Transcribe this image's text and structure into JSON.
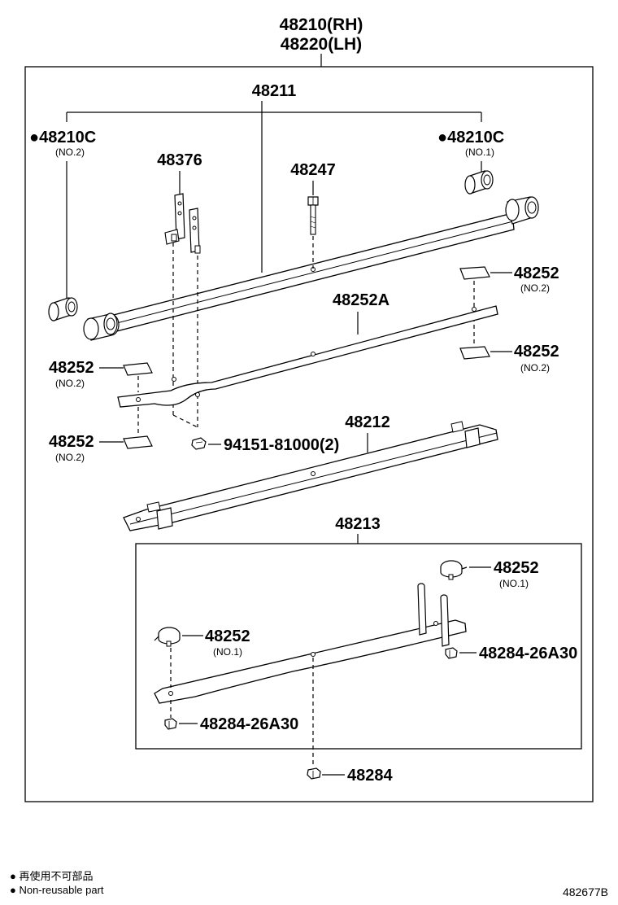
{
  "title": {
    "line1": "48210(RH)",
    "line2": "48220(LH)"
  },
  "labels": {
    "p48211": "48211",
    "bush_left": {
      "num": "●48210C",
      "sub": "(NO.2)"
    },
    "bush_right": {
      "num": "●48210C",
      "sub": "(NO.1)"
    },
    "p48376": "48376",
    "p48247": "48247",
    "pad_r_top": {
      "num": "48252",
      "sub": "(NO.2)"
    },
    "p48252A": "48252A",
    "pad_r_bot": {
      "num": "48252",
      "sub": "(NO.2)"
    },
    "pad_l_top": {
      "num": "48252",
      "sub": "(NO.2)"
    },
    "pad_l_bot": {
      "num": "48252",
      "sub": "(NO.2)"
    },
    "nut94151": "94151-81000(2)",
    "p48212": "48212",
    "p48213": "48213",
    "pad_inner_r": {
      "num": "48252",
      "sub": "(NO.1)"
    },
    "pad_inner_l": {
      "num": "48252",
      "sub": "(NO.1)"
    },
    "nut_inner_r": "48284-26A30",
    "nut_inner_l": "48284-26A30",
    "p48284": "48284"
  },
  "legend": {
    "line1": "● 再使用不可部品",
    "line2": "● Non-reusable part"
  },
  "code": "482677B"
}
